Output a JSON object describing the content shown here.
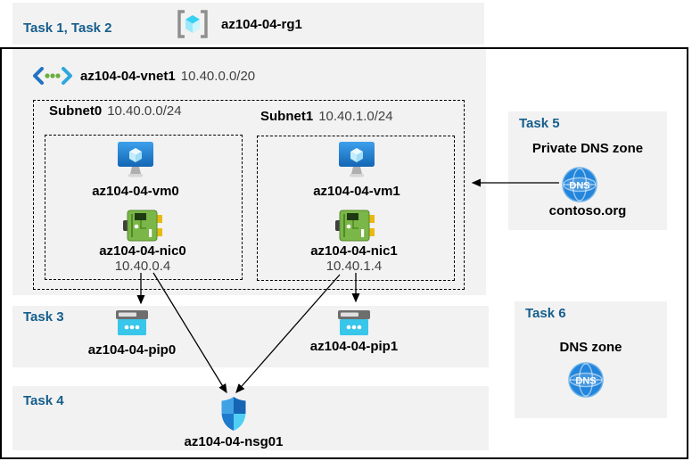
{
  "colors": {
    "band_bg": "#F2F2F2",
    "frame_border": "#000000",
    "task_label_blue": "#155E8C",
    "muted_text": "#404040",
    "dns_blue": "#2385DB",
    "nic_green": "#7AB648",
    "pip_cyan": "#38C6EA"
  },
  "header": {
    "tasks_label": "Task 1, Task 2",
    "resource_group": "az104-04-rg1"
  },
  "vnet": {
    "name": "az104-04-vnet1",
    "cidr": "10.40.0.0/20",
    "subnets": [
      {
        "name": "Subnet0",
        "cidr": "10.40.0.0/24",
        "vm": "az104-04-vm0",
        "nic": "az104-04-nic0",
        "nic_ip": "10.40.0.4"
      },
      {
        "name": "Subnet1",
        "cidr": "10.40.1.0/24",
        "vm": "az104-04-vm1",
        "nic": "az104-04-nic1",
        "nic_ip": "10.40.1.4"
      }
    ]
  },
  "task3": {
    "label": "Task 3",
    "pip0": "az104-04-pip0",
    "pip1": "az104-04-pip1"
  },
  "task4": {
    "label": "Task 4",
    "nsg": "az104-04-nsg01"
  },
  "task5": {
    "label": "Task 5",
    "title": "Private DNS zone",
    "zone_name": "contoso.org"
  },
  "task6": {
    "label": "Task 6",
    "title": "DNS zone"
  },
  "icons": [
    "resource-group-icon",
    "vnet-icon",
    "vm-icon",
    "nic-icon",
    "public-ip-icon",
    "dns-zone-icon",
    "nsg-shield-icon"
  ]
}
